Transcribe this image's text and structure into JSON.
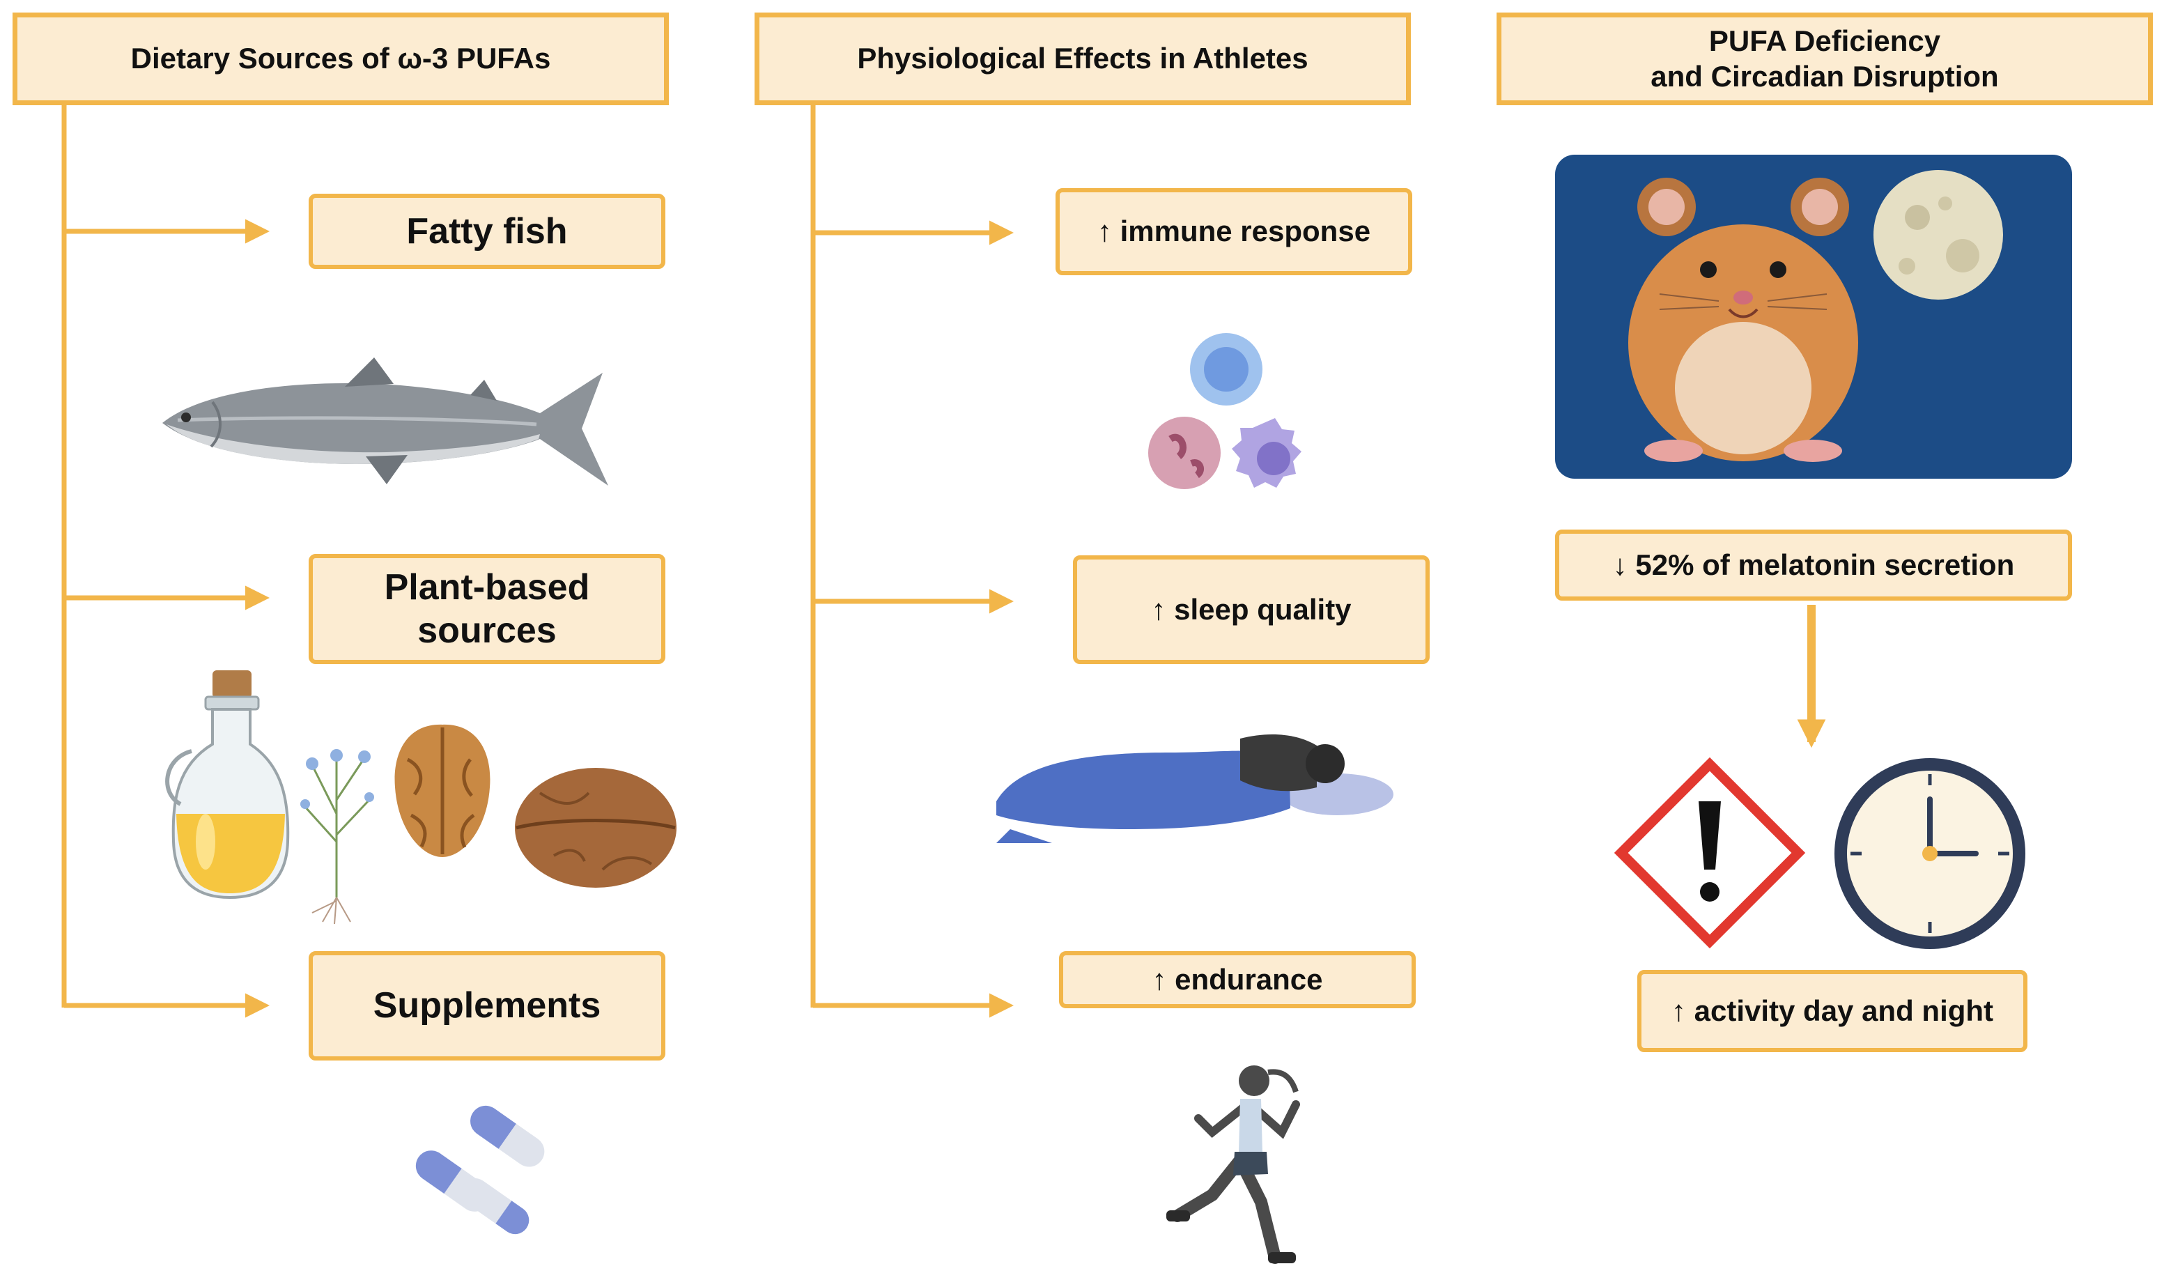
{
  "columns": [
    {
      "header": "Dietary Sources of ω-3 PUFAs",
      "items": [
        "Fatty fish",
        "Plant-based sources",
        "Supplements"
      ]
    },
    {
      "header": "Physiological Effects in Athletes",
      "items": [
        "↑ immune response",
        "↑ sleep quality",
        "↑ endurance"
      ]
    },
    {
      "header_lines": [
        "PUFA Deficiency",
        "and Circadian Disruption"
      ],
      "items": [
        "↓ 52% of melatonin secretion",
        "↑ activity day and night"
      ]
    }
  ],
  "icons": [
    "fish-icon",
    "oil-bottle-icon",
    "flax-plant-icon",
    "walnut-kernel-icon",
    "walnut-icon",
    "capsules-icon",
    "immune-cells-icon",
    "sleeping-person-icon",
    "runner-icon",
    "hamster-icon",
    "moon-icon",
    "hazard-icon",
    "clock-icon"
  ],
  "colors": {
    "accent": "#f2b64a",
    "box_fill": "#fcecd2",
    "night_panel": "#1c4c86"
  }
}
